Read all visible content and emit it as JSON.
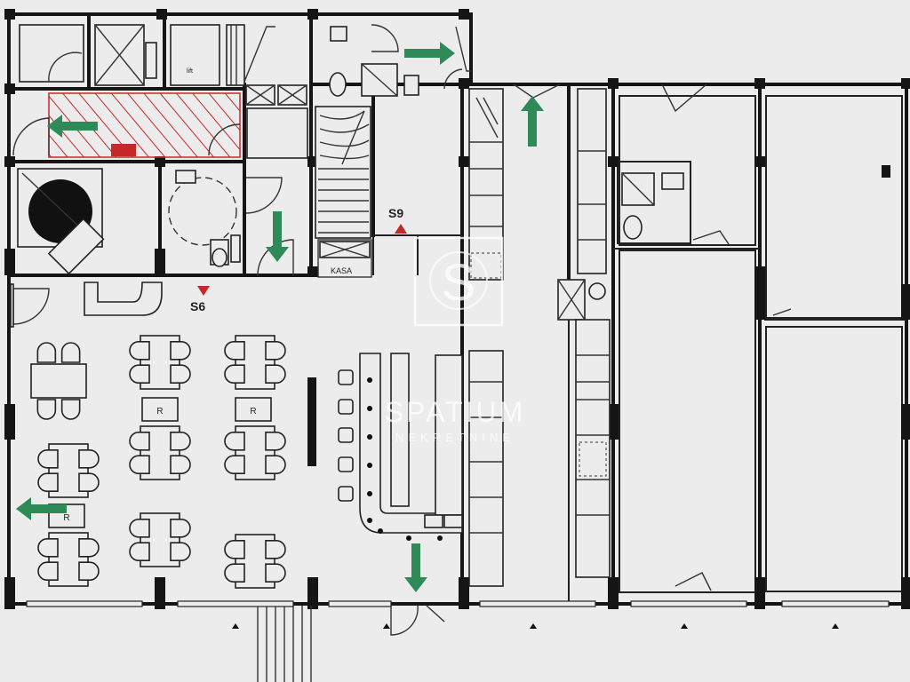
{
  "plan": {
    "labels": {
      "s9": "S9",
      "s6": "S6",
      "kasa": "KASA",
      "reserved": "R"
    },
    "watermark": {
      "logo_letter": "S",
      "brand": "SPATIUM",
      "sub": "NEKRETNINE"
    },
    "colors": {
      "wall": "#151515",
      "exit_arrow": "#2e8b57",
      "marker": "#c62828",
      "hatch": "#c62828",
      "background": "#ececec"
    }
  }
}
